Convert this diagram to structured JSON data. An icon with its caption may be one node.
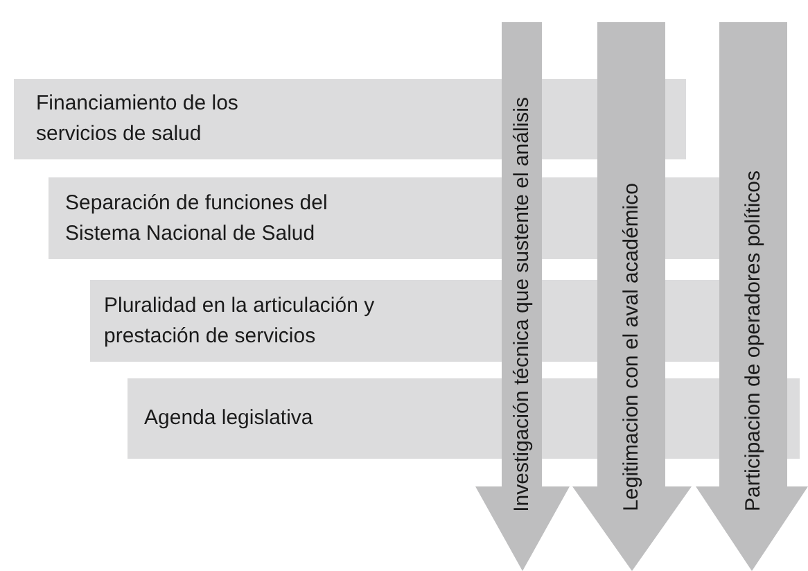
{
  "diagram": {
    "nodes": [
      {
        "text": [
          "Financiamiento de los servicios de salud"
        ]
      },
      {
        "text": [
          "Separación de funciones del Sistema Nacional de Salud"
        ]
      },
      {
        "text": [
          "Pluralidad en la articulación y prestación de servicios"
        ]
      },
      {
        "text": [
          "Agenda legislativa"
        ]
      },
      {
        "text": [
          "Investigación técnica que sustente el análisis"
        ]
      },
      {
        "text": [
          "Legitimacion con el aval académico"
        ]
      },
      {
        "text": [
          "Participacion de operadores políticos"
        ]
      }
    ],
    "edges": []
  }
}
